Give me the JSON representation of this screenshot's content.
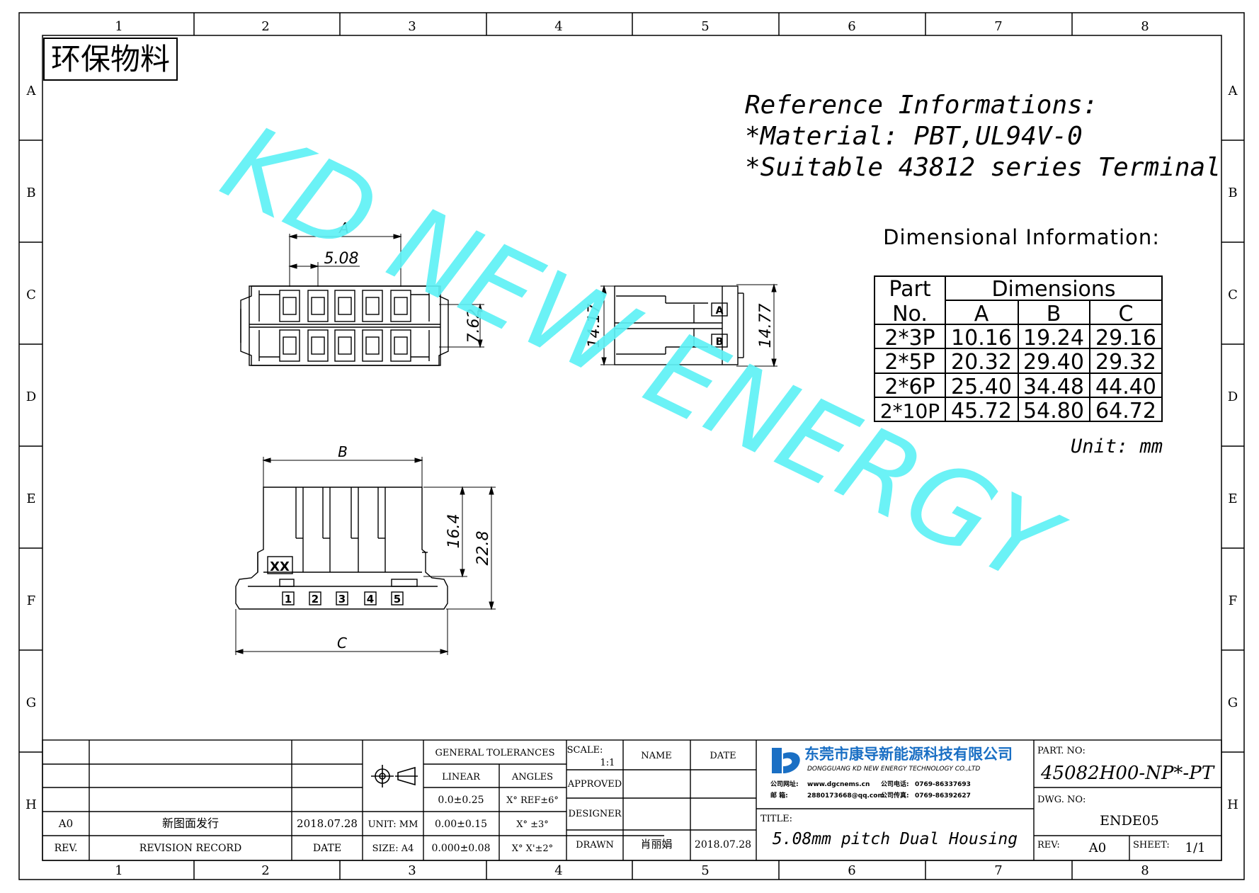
{
  "frame": {
    "columns": [
      "1",
      "2",
      "3",
      "4",
      "5",
      "6",
      "7",
      "8"
    ],
    "rows": [
      "A",
      "B",
      "C",
      "D",
      "E",
      "F",
      "G",
      "H"
    ]
  },
  "stamp": "环保物料",
  "watermark": "KD NEW ENERGY",
  "reference": {
    "line1": "Reference Informations:",
    "line2": "*Material: PBT,UL94V-0",
    "line3": "*Suitable 43812 series Terminal"
  },
  "dimensional": {
    "title": "Dimensional Information:",
    "header_part": [
      "Part",
      "No."
    ],
    "header_dims": "Dimensions",
    "cols": [
      "A",
      "B",
      "C"
    ],
    "rows": [
      {
        "part": "2*3P",
        "a": "10.16",
        "b": "19.24",
        "c": "29.16"
      },
      {
        "part": "2*5P",
        "a": "20.32",
        "b": "29.40",
        "c": "29.32"
      },
      {
        "part": "2*6P",
        "a": "25.40",
        "b": "34.48",
        "c": "44.40"
      },
      {
        "part": "2*10P",
        "a": "45.72",
        "b": "54.80",
        "c": "64.72"
      }
    ],
    "unit": "Unit: mm"
  },
  "drawing": {
    "dim_a": "A",
    "dim_pitch": "5.08",
    "dim_762": "7.62",
    "dim_1417": "14.17",
    "dim_1477": "14.77",
    "mark_a": "A",
    "mark_b": "B",
    "dim_b": "B",
    "dim_c": "C",
    "dim_164": "16.4",
    "dim_228": "22.8",
    "xx": "XX",
    "pins": [
      "1",
      "2",
      "3",
      "4",
      "5"
    ]
  },
  "title_block": {
    "rev_row": {
      "rev": "A0",
      "record": "新图面发行",
      "date": "2018.07.28"
    },
    "rev_header": {
      "rev": "REV.",
      "record": "REVISION RECORD",
      "date": "DATE"
    },
    "unit": "UNIT: MM",
    "size": "SIZE: A4",
    "tolerances_title": "GENERAL TOLERANCES",
    "linear": "LINEAR",
    "angles": "ANGLES",
    "tol_rows": [
      {
        "linear": "0.0±0.25",
        "angle": "X° REF±6°"
      },
      {
        "linear": "0.00±0.15",
        "angle": "X° ±3°"
      },
      {
        "linear": "0.000±0.08",
        "angle": "X° X'±2°"
      }
    ],
    "scale_label": "SCALE:",
    "scale_value": "1:1",
    "name_label": "NAME",
    "date_label": "DATE",
    "approved": "APPROVED",
    "designer": "DESIGNER",
    "drawn": "DRAWN",
    "drawn_name": "肖丽娟",
    "drawn_date": "2018.07.28",
    "company_cn": "东莞市康导新能源科技有限公司",
    "company_en": "DONGGUANG KD NEW ENERGY TECHNOLOGY CO.,LTD",
    "website_label": "公司网址:",
    "website": "www.dgcnems.cn",
    "phone_label": "公司电话:",
    "phone": "0769-86337693",
    "email_label": "邮 箱:",
    "email": "2880173668@qq.com",
    "fax_label": "公司传真:",
    "fax": "0769-86392627",
    "title_label": "TITLE:",
    "title_value": "5.08mm pitch Dual Housing",
    "part_no_label": "PART. NO:",
    "part_no": "45082H00-NP*-PT",
    "dwg_no_label": "DWG. NO:",
    "dwg_no": "ENDE05",
    "rev_label": "REV:",
    "rev_value": "A0",
    "sheet_label": "SHEET:",
    "sheet_value": "1/1"
  },
  "colors": {
    "watermark": "#5ef1f5",
    "logo_blue": "#1a6fc4",
    "company_red": "#c8102e"
  }
}
